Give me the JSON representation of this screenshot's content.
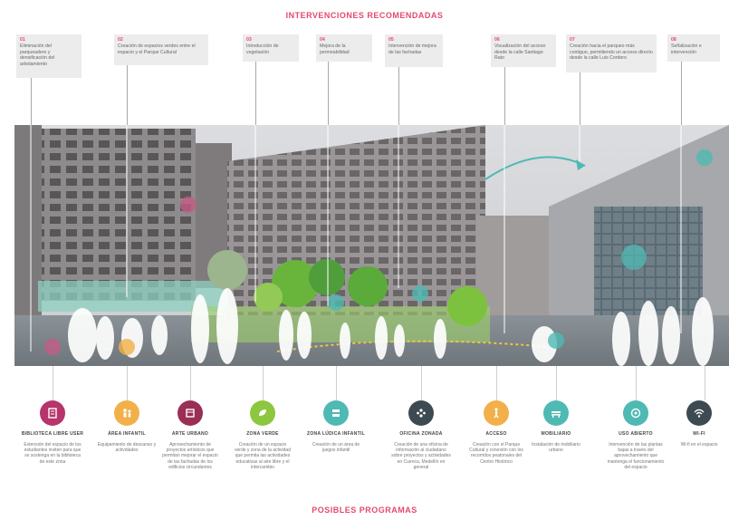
{
  "header": {
    "title": "INTERVENCIONES RECOMENDADAS"
  },
  "footer": {
    "title": "POSIBLES PROGRAMAS"
  },
  "interventions": [
    {
      "number": "01",
      "text": "Eliminación del parqueadero y densificación del arbolamiento"
    },
    {
      "number": "02",
      "text": "Creación de espacios verdes entre el espacio y el Parque Cultural"
    },
    {
      "number": "03",
      "text": "Introducción de vegetación"
    },
    {
      "number": "04",
      "text": "Mejora de la permeabilidad"
    },
    {
      "number": "05",
      "text": "Intervención de mejora de las fachadas"
    },
    {
      "number": "06",
      "text": "Visualización del acceso desde la calle Santiago Rato"
    },
    {
      "number": "07",
      "text": "Creación hacia el parqueo más contiguo, permitiendo un acceso directo desde la calle Luis Cordero"
    },
    {
      "number": "08",
      "text": "Señalización e intervención"
    }
  ],
  "programs": [
    {
      "name": "BIBLIOTECA LIBRE USER",
      "desc": "Extensión del espacio de los estudiantes inviten para que se sostenga en la biblioteca de este zona",
      "color": "#b6356b",
      "icon": "book-icon"
    },
    {
      "name": "ÁREA INFANTIL",
      "desc": "Equipamiento de descanso y actividades",
      "color": "#f2b04a",
      "icon": "children-icon"
    },
    {
      "name": "ARTE URBANO",
      "desc": "Aprovechamiento de proyectos artísticos que permitan mejorar el espacio de las fachadas de los edificios circundantes",
      "color": "#9a2f55",
      "icon": "art-icon"
    },
    {
      "name": "ZONA VERDE",
      "desc": "Creación de un espacio verde y zona de la actividad que permita las actividades educativas al aire libre y el intercambio",
      "color": "#8dc63f",
      "icon": "leaf-icon"
    },
    {
      "name": "ZONA LÚDICA INFANTIL",
      "desc": "Creación de un área de juegos infantil",
      "color": "#4fb9b3",
      "icon": "play-icon"
    },
    {
      "name": "OFICINA ZONADA",
      "desc": "Creación de una oficina de información al ciudadano sobre proyectos y actividades en Cuenca, Medellín en general",
      "color": "#3d4a52",
      "icon": "people-icon"
    },
    {
      "name": "ACCESO",
      "desc": "Creación con el Parque Cultural y conexión con los recorridos peatonales del Centro Histórico",
      "color": "#f2b04a",
      "icon": "walk-icon"
    },
    {
      "name": "MOBILIARIO",
      "desc": "Instalación de mobiliario urbano",
      "color": "#4fb9b3",
      "icon": "bench-icon"
    },
    {
      "name": "USO ABIERTO",
      "desc": "Intervención de las plantas bajas a través del aprovechamiento que mantenga el funcionamiento del espacio",
      "color": "#4fb9b3",
      "icon": "open-icon"
    },
    {
      "name": "WI-FI",
      "desc": "Wi-fi en el espacio",
      "color": "#3d4a52",
      "icon": "wifi-icon"
    }
  ]
}
